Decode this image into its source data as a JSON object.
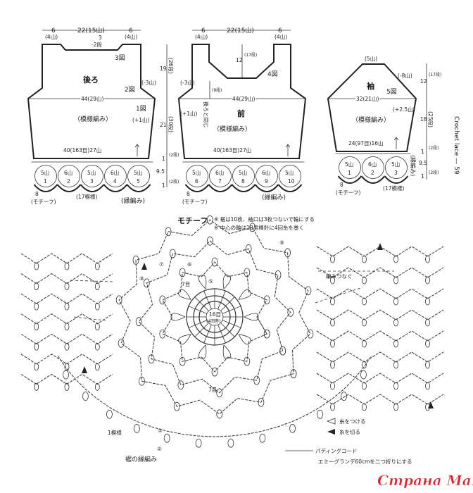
{
  "back": {
    "title": "後ろ",
    "fig3": "3図",
    "fig2": "2図",
    "fig1": "1図",
    "pattern": "（模様編み）",
    "top_left": "6",
    "top_left_sub": "(4山)",
    "top_mid": "22(15山)",
    "top_right": "6",
    "top_right_sub": "(4山)",
    "neck_dec": "-2段",
    "neck_num": "3",
    "armhole": "(-3山)",
    "width": "44(29山)",
    "inc": "(+1山)",
    "bottom": "40(163目)27山",
    "h_upper": "19",
    "h_upper_rows": "(26段)",
    "h_lower": "21",
    "h_lower_rows": "(30段)",
    "edge1": "1",
    "edge1_rows": "(2段)",
    "motif_h": "9.5",
    "edge2": "1",
    "edge2_rows": "(2段)",
    "motifs": [
      {
        "t": "5山",
        "n": "1"
      },
      {
        "t": "6山",
        "n": "2"
      },
      {
        "t": "5山",
        "n": "3"
      },
      {
        "t": "6山",
        "n": "4"
      },
      {
        "t": "5山",
        "n": "5"
      }
    ],
    "motif_w": "8",
    "motif_w_label": "(モチーフ)",
    "pattern_count": "(17模様)",
    "edging": "(縁編み)"
  },
  "front": {
    "title": "前",
    "fig4": "4図",
    "pattern": "（模様編み）",
    "top_left": "6",
    "top_left_sub": "(4山)",
    "top_mid": "22(15山)",
    "top_right": "6",
    "top_right_sub": "(4山)",
    "neck_h": "12",
    "neck_rows": "(17段)",
    "arm_rows": "(9段)",
    "armhole": "(-3山)",
    "width": "44(29山)",
    "inc": "(+1山)",
    "same_as_back": "後ろと同じ",
    "bottom": "40(163目)27山",
    "motifs": [
      {
        "t": "5山",
        "n": "6"
      },
      {
        "t": "6山",
        "n": "7"
      },
      {
        "t": "5山",
        "n": "8"
      },
      {
        "t": "6山",
        "n": "9"
      },
      {
        "t": "5山",
        "n": "10"
      }
    ],
    "motif_w": "8",
    "motif_w_label": "(モチーフ)",
    "edging": "(縁編み)"
  },
  "sleeve": {
    "title": "袖",
    "fig5": "5図",
    "pattern": "（模様編み）",
    "top": "(5山)",
    "dec": "(-8山)",
    "width": "32(21山)",
    "inc": "(+2.5山)",
    "bottom": "24(97目)16山",
    "h_upper": "12",
    "h_upper_rows": "(17段)",
    "h_lower": "18",
    "h_lower_rows": "(25段)",
    "edge1": "1",
    "edge1_rows": "(2段)",
    "motif_h": "9.5",
    "edge2": "1",
    "edge2_rows": "(2段)",
    "motifs": [
      {
        "t": "5山",
        "n": "1"
      },
      {
        "t": "6山",
        "n": "2"
      },
      {
        "t": "5山",
        "n": "3"
      }
    ],
    "motif_w": "8",
    "motif_w_label": "(モチーフ)",
    "pattern_count": "(17模様)",
    "edging": "(縁編み)"
  },
  "side_caption": "Crochet lace — 59",
  "motif_chart": {
    "title": "モチーフ",
    "note1": "※ 裾は10枚、袖口は3枚つないで輪にする",
    "note2": "※ 中心の輪は10号棒針に4回糸を巻く",
    "center": "16目",
    "center_sub": "(4回巻)",
    "round_labels": [
      "7目",
      "⑤",
      "⑥",
      "⑦",
      "⑧",
      "⑨",
      "7目",
      "①",
      "②"
    ],
    "join_label": "編みつなぐ",
    "one_pattern": "1模様",
    "hem_edging": "裾の縁編み",
    "legend_attach": "糸をつける",
    "legend_cut": "糸を切る",
    "cord_label": "パディングコード",
    "cord_note": "エミーグランデ60cmを二つ折りにする"
  },
  "watermark": "Страна Мам"
}
